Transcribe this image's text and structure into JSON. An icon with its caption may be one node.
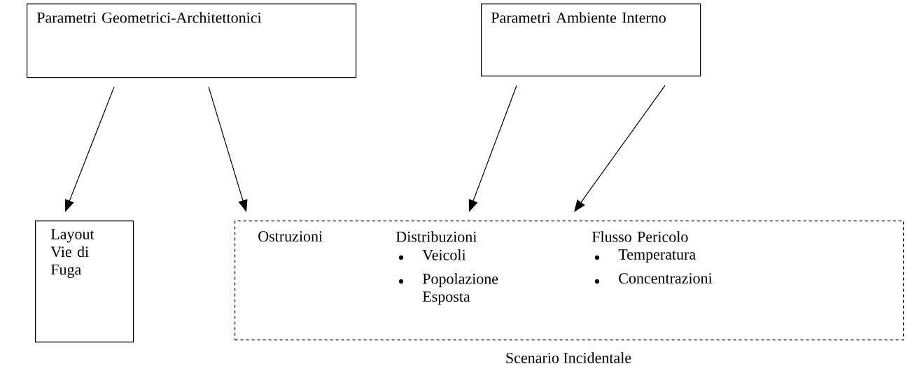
{
  "diagram": {
    "nodes": [
      {
        "text": [
          "Parametri Geometrici-Architettonici"
        ]
      },
      {
        "text": [
          "Parametri Ambiente Interno"
        ]
      },
      {
        "text": [
          "Layout Vie di Fuga"
        ]
      },
      {
        "text": [],
        "shape": "box",
        "beside": [
          "Scenario Incidentale"
        ]
      }
    ],
    "edges": [
      {
        "from": 0,
        "to": 2,
        "arrow": "to"
      },
      {
        "from": 0,
        "to": 3,
        "arrow": "to"
      },
      {
        "from": 1,
        "to": 3,
        "arrow": "to"
      },
      {
        "from": 1,
        "to": 3,
        "arrow": "to"
      }
    ],
    "labels": [
      "Ostruzioni",
      "Distribuzioni",
      "Veicoli",
      "Popolazione Esposta",
      "Flusso Pericolo",
      "Temperatura",
      "Concentrazioni"
    ]
  }
}
